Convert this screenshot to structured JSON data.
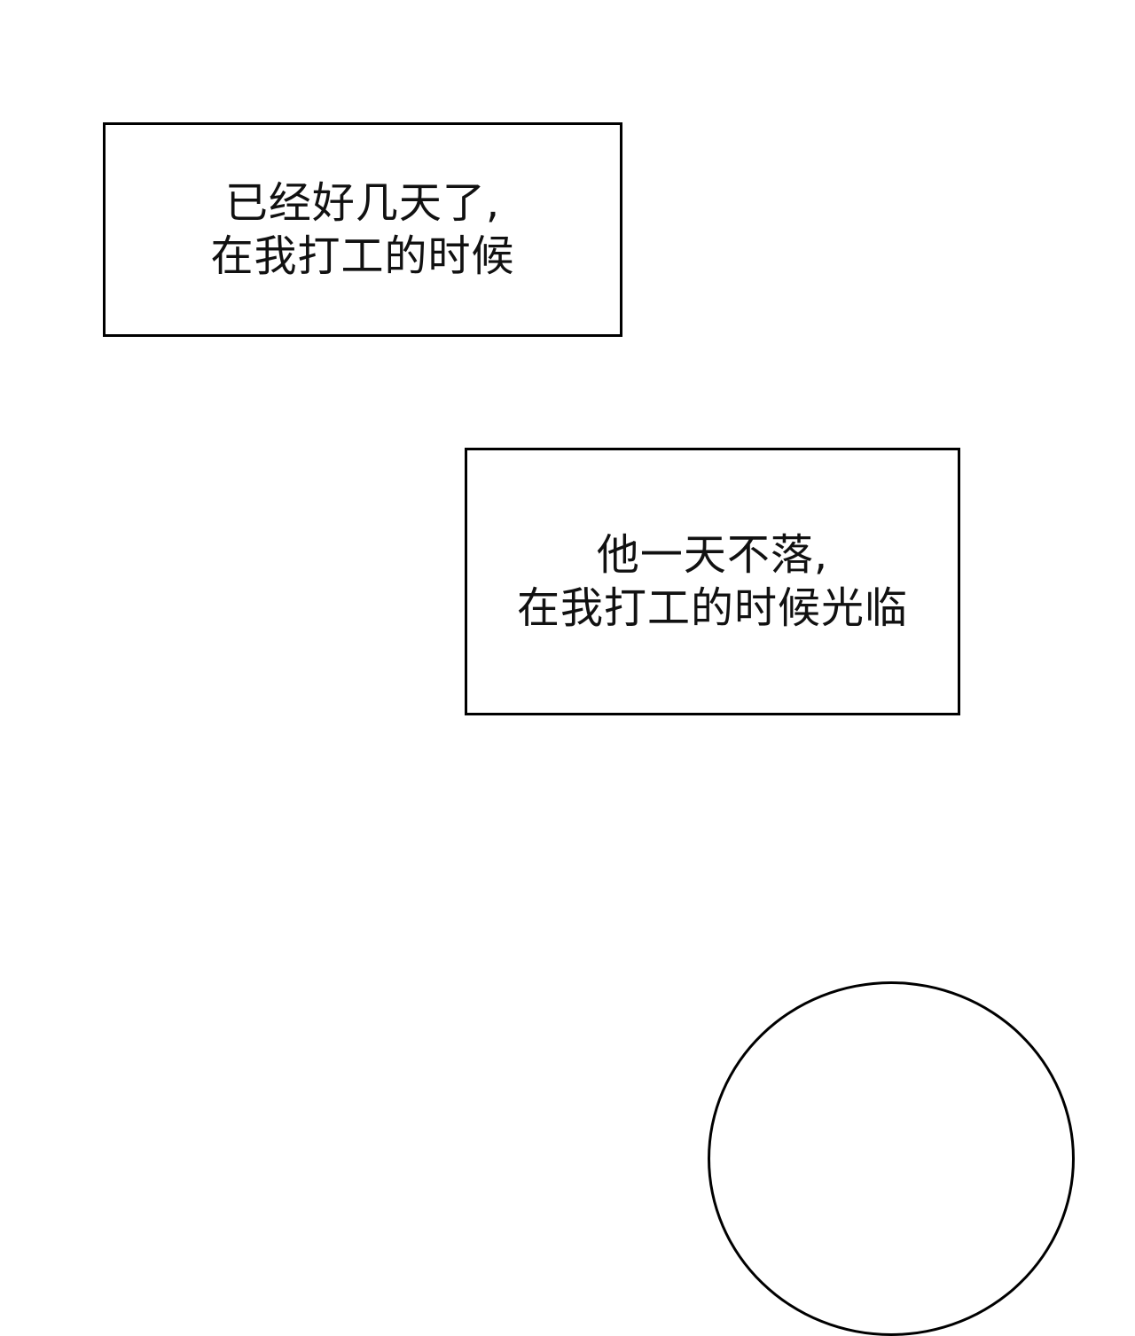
{
  "captions": [
    {
      "lines": [
        "已经好几天了,",
        "在我打工的时候"
      ]
    },
    {
      "lines": [
        "他一天不落,",
        "在我打工的时候光临"
      ]
    }
  ],
  "colors": {
    "background": "#ffffff",
    "border": "#000000",
    "text": "#111111"
  }
}
